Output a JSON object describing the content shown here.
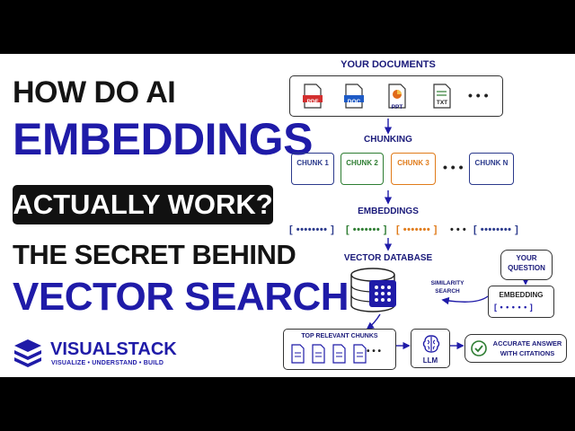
{
  "title": {
    "line1": "HOW DO AI",
    "line2": "EMBEDDINGS",
    "line3": "ACTUALLY WORK?",
    "line4": "THE SECRET BEHIND",
    "line5": "VECTOR SEARCH"
  },
  "brand": {
    "name": "VISUALSTACK",
    "tagline": "VISUALIZE • UNDERSTAND • BUILD"
  },
  "diagram": {
    "documents_label": "YOUR DOCUMENTS",
    "documents": [
      "PDF",
      "DOC",
      "PPT",
      "TXT"
    ],
    "ellipsis": "• • •",
    "chunking_label": "CHUNKING",
    "chunks": [
      "CHUNK 1",
      "CHUNK 2",
      "CHUNK 3",
      "CHUNK N"
    ],
    "embeddings_label": "EMBEDDINGS",
    "embedding_vectors": [
      "[ •••••••• ]",
      "[ ••••••• ]",
      "[ ••••••• ]",
      "[ •••••••• ]"
    ],
    "vector_db_label": "VECTOR DATABASE",
    "similarity_label_1": "SIMILARITY",
    "similarity_label_2": "SEARCH",
    "question_label_1": "YOUR",
    "question_label_2": "QUESTION",
    "query_embedding_label": "EMBEDDING",
    "query_vector": "[ • • • • • ]",
    "top_chunks_label": "TOP RELEVANT CHUNKS",
    "llm_label": "LLM",
    "answer_line1": "ACCURATE ANSWER",
    "answer_line2": "WITH CITATIONS"
  },
  "colors": {
    "navy": "#1f1ba8",
    "chunk1": "#2b3a8c",
    "chunk2": "#2e7d32",
    "chunk3": "#e07b1a",
    "chunkN": "#2b3a8c",
    "pdf": "#d32f2f",
    "doc": "#1e5bc6",
    "ppt": "#e06a1a",
    "txt": "#2e7d32"
  }
}
